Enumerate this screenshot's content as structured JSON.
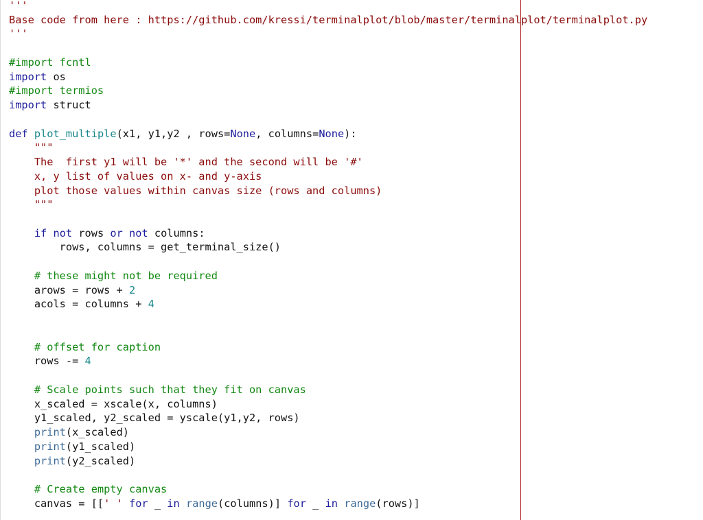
{
  "colors": {
    "string": "#8b0a0a",
    "comment": "#118811",
    "keyword": "#1c1c9c",
    "function": "#16868a",
    "number": "#16868a",
    "builtin": "#3d6a96",
    "margin_line": "#b02020"
  },
  "lines": [
    [
      {
        "t": "str",
        "s": "'''"
      }
    ],
    [
      {
        "t": "str",
        "s": "Base code from here : https://github.com/kressi/terminalplot/blob/master/terminalplot/terminalplot.py"
      }
    ],
    [
      {
        "t": "str",
        "s": "'''"
      }
    ],
    [],
    [
      {
        "t": "cmt",
        "s": "#import fcntl"
      }
    ],
    [
      {
        "t": "kw",
        "s": "import"
      },
      {
        "t": "plain",
        "s": " os"
      }
    ],
    [
      {
        "t": "cmt",
        "s": "#import termios"
      }
    ],
    [
      {
        "t": "kw",
        "s": "import"
      },
      {
        "t": "plain",
        "s": " struct"
      }
    ],
    [],
    [
      {
        "t": "kw",
        "s": "def"
      },
      {
        "t": "plain",
        "s": " "
      },
      {
        "t": "fn",
        "s": "plot_multiple"
      },
      {
        "t": "plain",
        "s": "(x1, y1,y2 , rows="
      },
      {
        "t": "const",
        "s": "None"
      },
      {
        "t": "plain",
        "s": ", columns="
      },
      {
        "t": "const",
        "s": "None"
      },
      {
        "t": "plain",
        "s": "):"
      }
    ],
    [
      {
        "t": "str",
        "s": "    \"\"\""
      }
    ],
    [
      {
        "t": "str",
        "s": "    The  first y1 will be '*' and the second will be '#'"
      }
    ],
    [
      {
        "t": "str",
        "s": "    x, y list of values on x- and y-axis"
      }
    ],
    [
      {
        "t": "str",
        "s": "    plot those values within canvas size (rows and columns)"
      }
    ],
    [
      {
        "t": "str",
        "s": "    \"\"\""
      }
    ],
    [],
    [
      {
        "t": "plain",
        "s": "    "
      },
      {
        "t": "kw",
        "s": "if"
      },
      {
        "t": "plain",
        "s": " "
      },
      {
        "t": "kw",
        "s": "not"
      },
      {
        "t": "plain",
        "s": " rows "
      },
      {
        "t": "kw",
        "s": "or"
      },
      {
        "t": "plain",
        "s": " "
      },
      {
        "t": "kw",
        "s": "not"
      },
      {
        "t": "plain",
        "s": " columns:"
      }
    ],
    [
      {
        "t": "plain",
        "s": "        rows, columns = get_terminal_size()"
      }
    ],
    [],
    [
      {
        "t": "cmt",
        "s": "    # these might not be required"
      }
    ],
    [
      {
        "t": "plain",
        "s": "    arows = rows + "
      },
      {
        "t": "num",
        "s": "2"
      }
    ],
    [
      {
        "t": "plain",
        "s": "    acols = columns + "
      },
      {
        "t": "num",
        "s": "4"
      }
    ],
    [],
    [],
    [
      {
        "t": "cmt",
        "s": "    # offset for caption"
      }
    ],
    [
      {
        "t": "plain",
        "s": "    rows -= "
      },
      {
        "t": "num",
        "s": "4"
      }
    ],
    [],
    [
      {
        "t": "cmt",
        "s": "    # Scale points such that they fit on canvas"
      }
    ],
    [
      {
        "t": "plain",
        "s": "    x_scaled = xscale(x, columns)"
      }
    ],
    [
      {
        "t": "plain",
        "s": "    y1_scaled, y2_scaled = yscale(y1,y2, rows)"
      }
    ],
    [
      {
        "t": "plain",
        "s": "    "
      },
      {
        "t": "builtin",
        "s": "print"
      },
      {
        "t": "plain",
        "s": "(x_scaled)"
      }
    ],
    [
      {
        "t": "plain",
        "s": "    "
      },
      {
        "t": "builtin",
        "s": "print"
      },
      {
        "t": "plain",
        "s": "(y1_scaled)"
      }
    ],
    [
      {
        "t": "plain",
        "s": "    "
      },
      {
        "t": "builtin",
        "s": "print"
      },
      {
        "t": "plain",
        "s": "(y2_scaled)"
      }
    ],
    [],
    [
      {
        "t": "cmt",
        "s": "    # Create empty canvas"
      }
    ],
    [
      {
        "t": "plain",
        "s": "    canvas = [["
      },
      {
        "t": "str",
        "s": "' '"
      },
      {
        "t": "plain",
        "s": " "
      },
      {
        "t": "kw",
        "s": "for"
      },
      {
        "t": "plain",
        "s": " _ "
      },
      {
        "t": "kw",
        "s": "in"
      },
      {
        "t": "plain",
        "s": " "
      },
      {
        "t": "builtin",
        "s": "range"
      },
      {
        "t": "plain",
        "s": "(columns)] "
      },
      {
        "t": "kw",
        "s": "for"
      },
      {
        "t": "plain",
        "s": " _ "
      },
      {
        "t": "kw",
        "s": "in"
      },
      {
        "t": "plain",
        "s": " "
      },
      {
        "t": "builtin",
        "s": "range"
      },
      {
        "t": "plain",
        "s": "(rows)]"
      }
    ]
  ]
}
